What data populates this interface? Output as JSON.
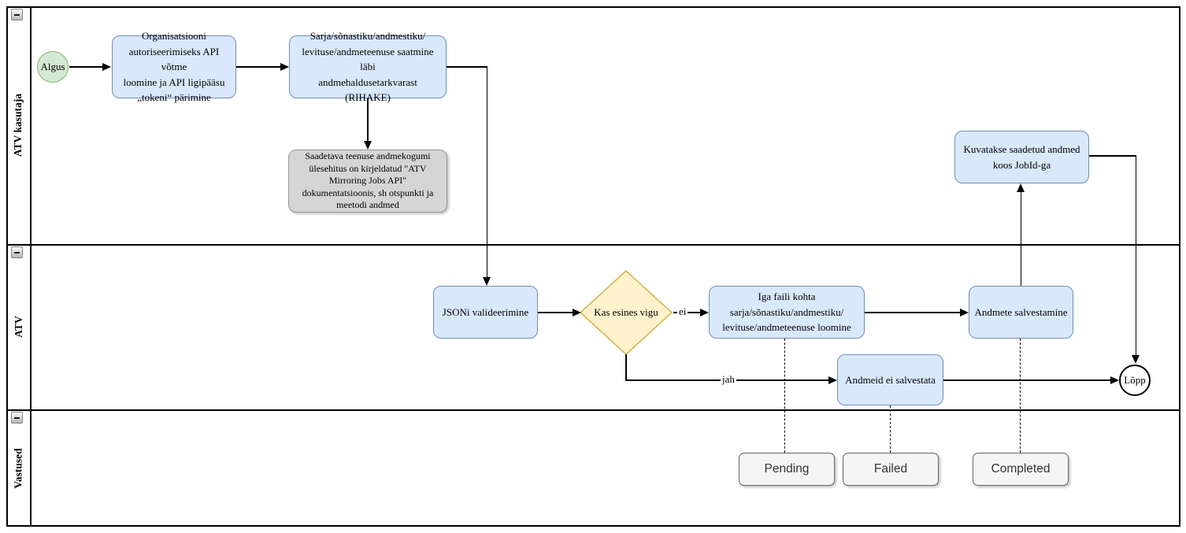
{
  "diagram": {
    "lanes": [
      {
        "label": "ATV kasutaja"
      },
      {
        "label": "ATV"
      },
      {
        "label": "Vastused"
      }
    ],
    "nodes": {
      "start": "Algus",
      "auth": [
        "Organisatsiooni",
        "autoriseerimiseks API võtme",
        "loomine ja API ligipääsu",
        "„tokeni“ pärimine"
      ],
      "send": [
        "Sarja/sõnastiku/andmestiku/",
        "levituse/andmeteenuse saatmine läbi",
        "andmehaldusetarkvarast (RIHAKE)"
      ],
      "note": [
        "Saadetava teenuse andmekogumi",
        "ülesehitus on kirjeldatud \"ATV",
        "Mirroring Jobs API\"",
        "dokumentatsioonis, sh otspunkti ja",
        "meetodi andmed"
      ],
      "display": [
        "Kuvatakse saadetud andmed",
        "koos JobId-ga"
      ],
      "validate": "JSONi valideerimine",
      "decision": "Kas esines vigu",
      "create": [
        "Iga faili kohta",
        "sarja/sõnastiku/andmestiku/",
        "levituse/andmeteenuse loomine"
      ],
      "save": "Andmete salvestamine",
      "nosave": "Andmeid ei salvestata",
      "end": "Lõpp",
      "statuses": [
        "Pending",
        "Failed",
        "Completed"
      ]
    },
    "edge_labels": {
      "no": "ei",
      "yes": "jah"
    },
    "colors": {
      "task_fill": "#dae8fc",
      "task_border": "#6c8ebf",
      "start_fill": "#d5e8d4",
      "start_border": "#82b366",
      "decision_fill": "#fff2cc",
      "decision_border": "#d6b656",
      "note_fill": "#d5d5d5",
      "note_border": "#999999",
      "status_fill": "#f5f5f5",
      "status_border": "#666666",
      "line": "#000000"
    }
  }
}
